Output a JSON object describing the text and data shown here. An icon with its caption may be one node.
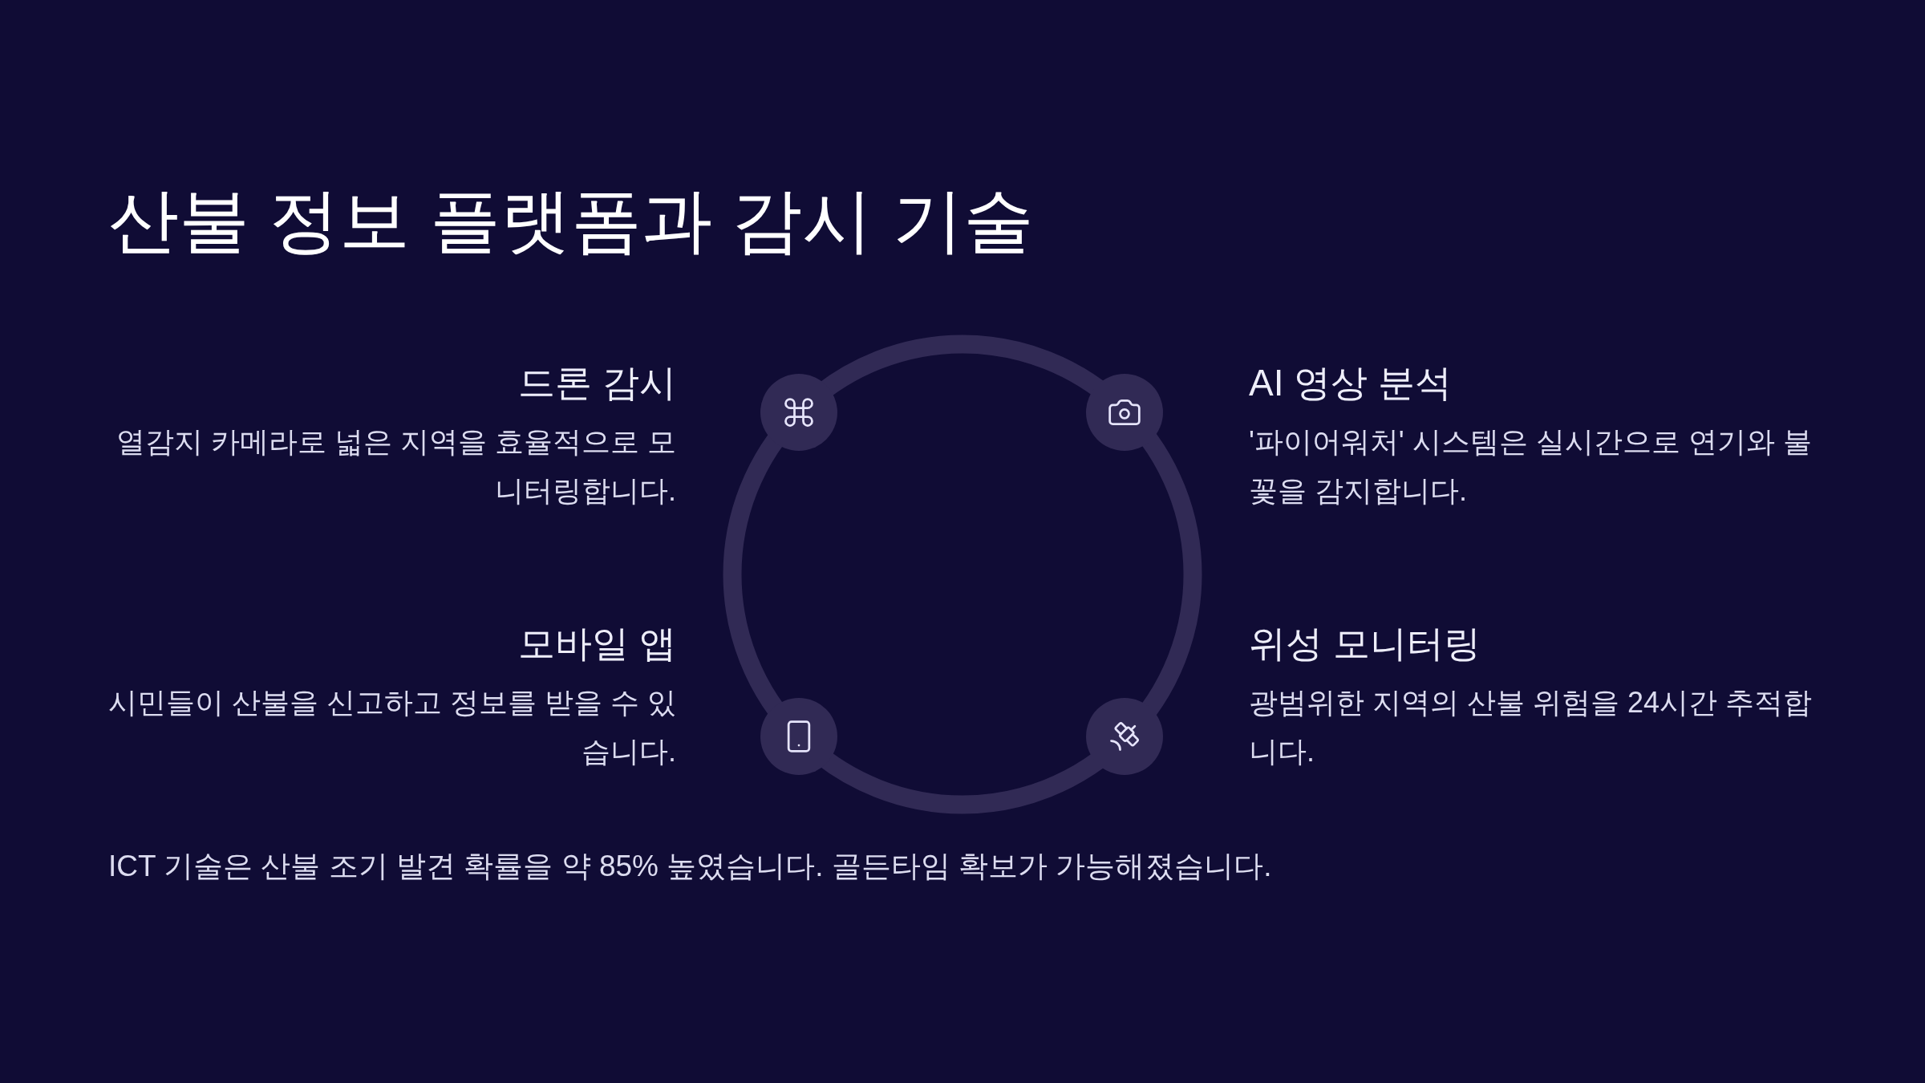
{
  "diagram": {
    "title": "산불 정보 플랫폼과 감시 기술",
    "labels": [
      "드론 감시",
      "열감지 카메라로 넓은 지역을 효율적으로 모니터링합니다.",
      "AI 영상 분석",
      "'파이어워처' 시스템은 실시간으로 연기와 불꽃을 감지합니다.",
      "모바일 앱",
      "시민들이 산불을 신고하고 정보를 받을 수 있습니다.",
      "위성 모니터링",
      "광범위한 지역의 산불 위험을 24시간 추적합니다."
    ],
    "caption": "ICT 기술은 산불 조기 발견 확률을 약 85% 높였습니다. 골든타임 확보가 가능해졌습니다."
  }
}
